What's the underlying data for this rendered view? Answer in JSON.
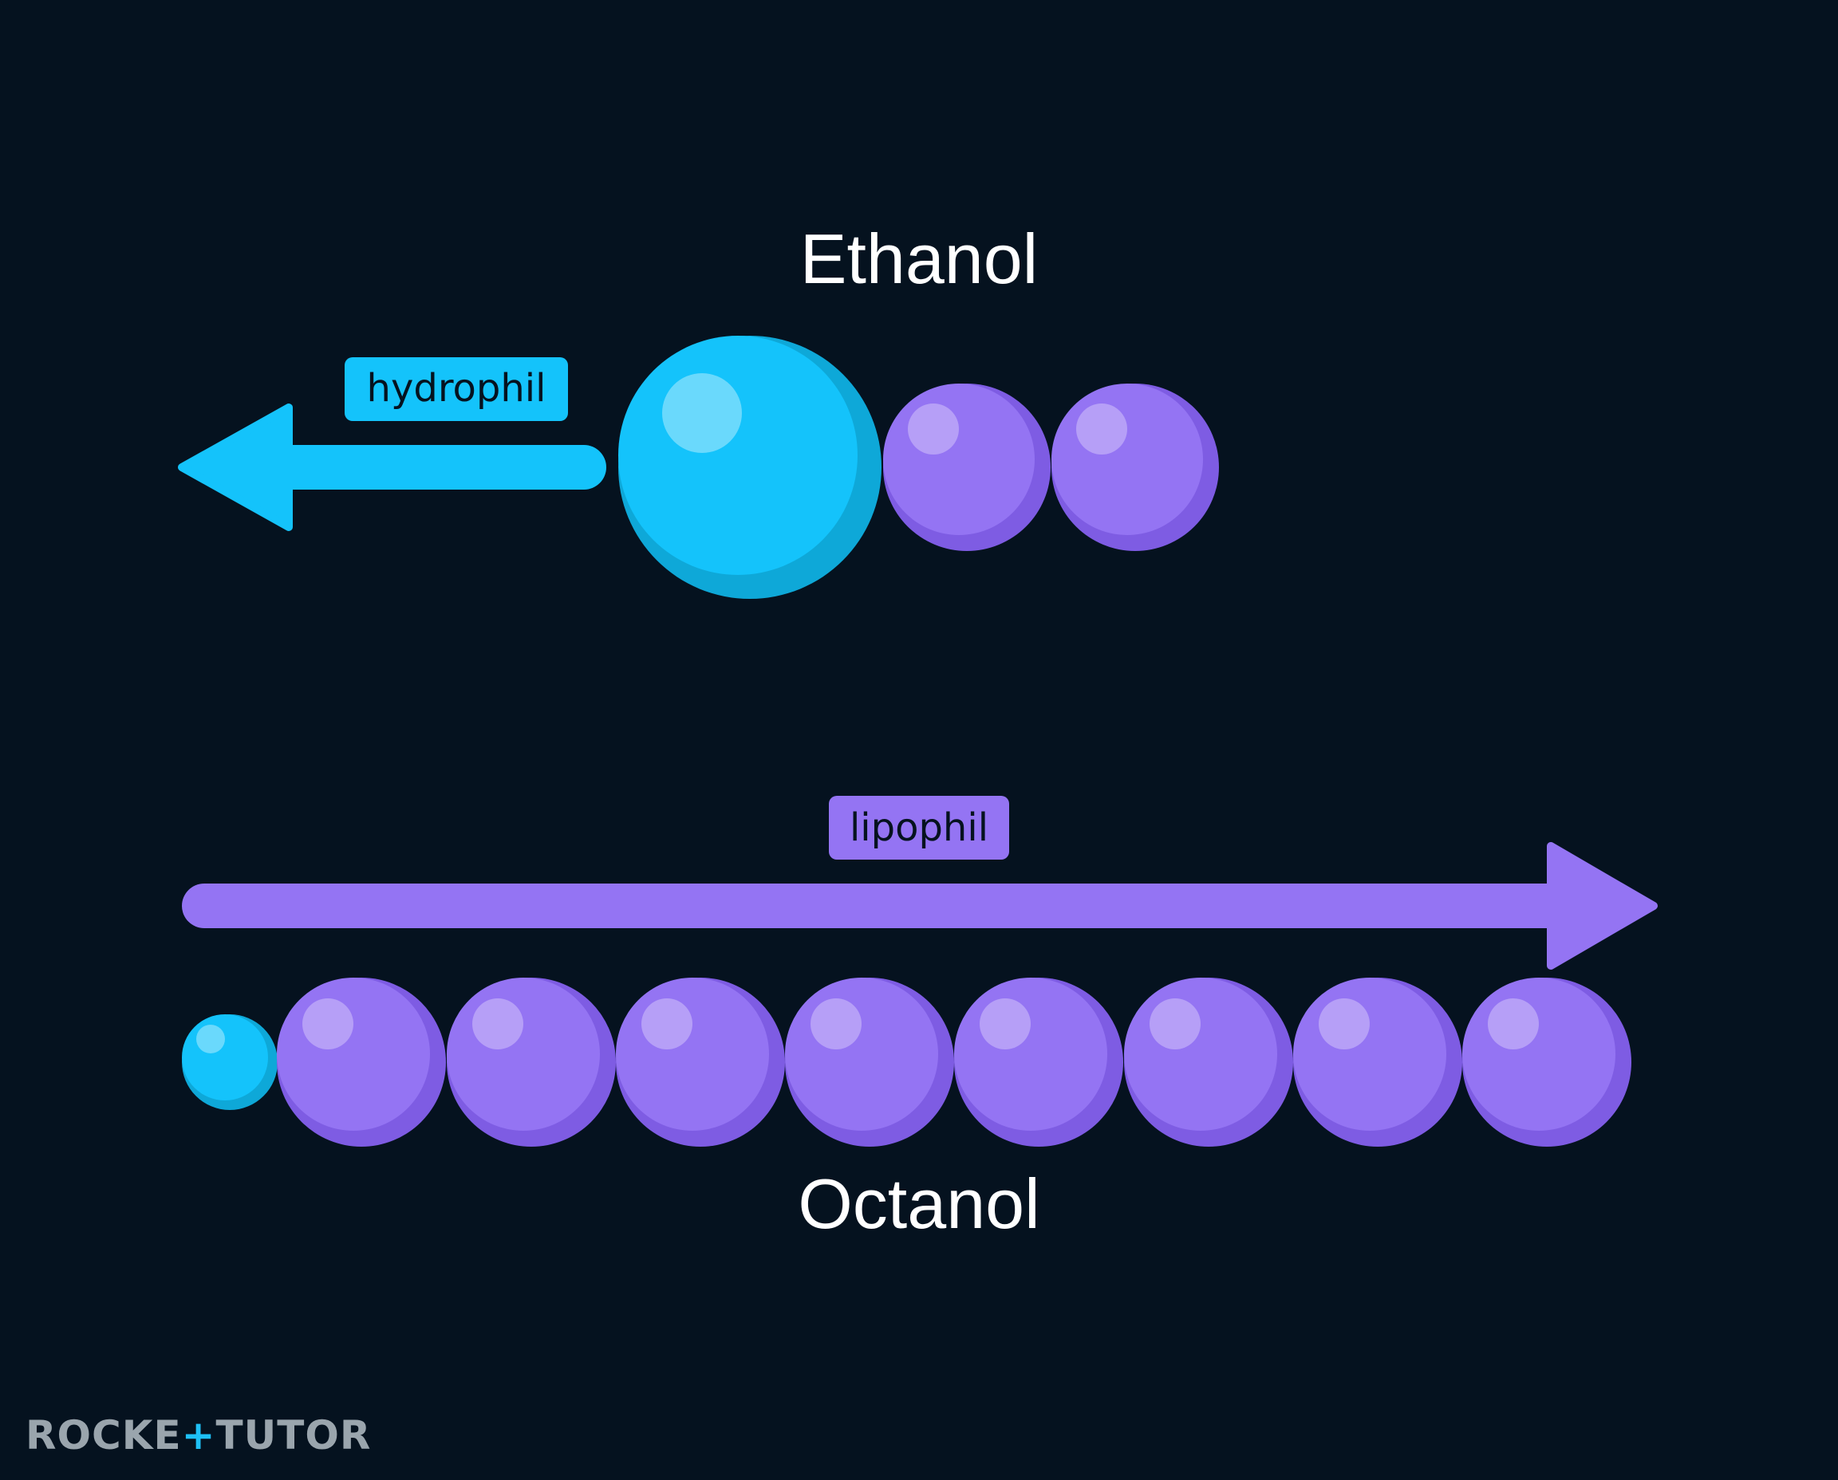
{
  "colors": {
    "background": "#05121f",
    "hydrophilic": "#14c3fb",
    "hydrophilic_shade": "#0ea8d8",
    "lipophilic": "#9474f3",
    "lipophilic_shade": "#7e5ce3",
    "text": "#ffffff",
    "tag_text_dark": "#05121f"
  },
  "ethanol": {
    "label": "Ethanol",
    "direction_label": "hydrophil",
    "hydrophilic_groups": 1,
    "lipophilic_groups": 2
  },
  "octanol": {
    "label": "Octanol",
    "direction_label": "lipophil",
    "hydrophilic_groups": 1,
    "lipophilic_groups": 8
  },
  "logo": {
    "part1": "ROCKE",
    "part2": "+",
    "part3": "TUTO",
    "part4": "R"
  }
}
